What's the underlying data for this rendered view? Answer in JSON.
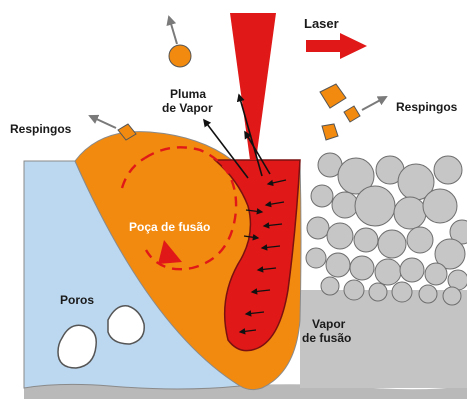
{
  "labels": {
    "laser": "Laser",
    "plume_line1": "Pluma",
    "plume_line2": "de Vapor",
    "spatter_left": "Respingos",
    "spatter_right": "Respingos",
    "melt_pool": "Poça de fusão",
    "pores": "Poros",
    "vapor_line1": "Vapor",
    "vapor_line2": "de fusão"
  },
  "colors": {
    "orange": "#f28a0f",
    "red": "#e01818",
    "solid_blue": "#bcd8f0",
    "powder_gray": "#c4c4c4",
    "arrow_gray": "#7a7a7a",
    "dark_red_stroke": "#7a1010",
    "text": "#1a1a1a"
  }
}
